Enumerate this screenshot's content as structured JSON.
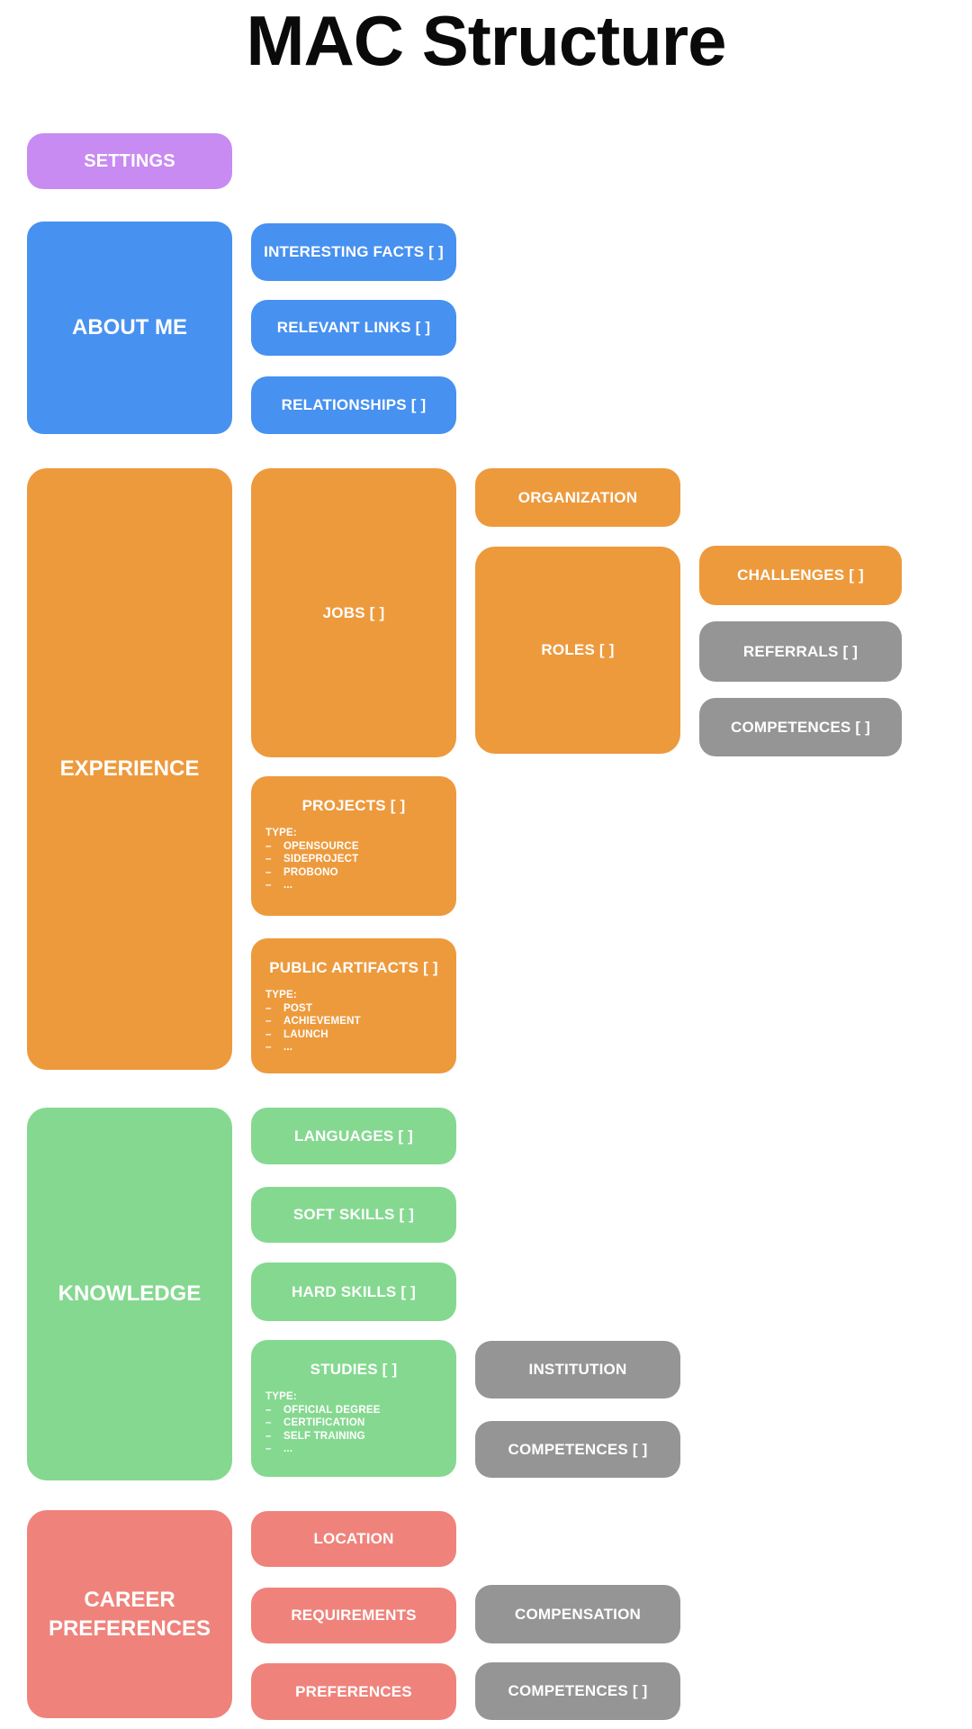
{
  "title": "MAC Structure",
  "bullet": "–",
  "colors": {
    "purple": "#c88bf2",
    "blue": "#4791f0",
    "orange": "#ed9a3d",
    "green": "#85d890",
    "salmon": "#ef837c",
    "gray": "#959595"
  },
  "settings": {
    "label": "SETTINGS"
  },
  "about_me": {
    "label": "ABOUT ME",
    "interesting_facts": "INTERESTING FACTS [ ]",
    "relevant_links": "RELEVANT LINKS [ ]",
    "relationships": "RELATIONSHIPS [ ]"
  },
  "experience": {
    "label": "EXPERIENCE",
    "jobs": "JOBS [ ]",
    "organization": "ORGANIZATION",
    "roles": "ROLES [ ]",
    "challenges": "CHALLENGES [ ]",
    "referrals": "REFERRALS [ ]",
    "competences": "COMPETENCES [ ]",
    "projects": {
      "label": "PROJECTS [ ]",
      "type_heading": "TYPE:",
      "types": [
        "OPENSOURCE",
        "SIDEPROJECT",
        "PROBONO",
        "..."
      ]
    },
    "public_artifacts": {
      "label": "PUBLIC ARTIFACTS [ ]",
      "type_heading": "TYPE:",
      "types": [
        "POST",
        "ACHIEVEMENT",
        "LAUNCH",
        "..."
      ]
    }
  },
  "knowledge": {
    "label": "KNOWLEDGE",
    "languages": "LANGUAGES [ ]",
    "soft_skills": "SOFT SKILLS [ ]",
    "hard_skills": "HARD SKILLS [ ]",
    "studies": {
      "label": "STUDIES [ ]",
      "type_heading": "TYPE:",
      "types": [
        "OFFICIAL DEGREE",
        "CERTIFICATION",
        "SELF TRAINING",
        "..."
      ]
    },
    "institution": "INSTITUTION",
    "competences": "COMPETENCES [ ]"
  },
  "career_preferences": {
    "label": "CAREER PREFERENCES",
    "location": "LOCATION",
    "requirements": "REQUIREMENTS",
    "preferences": "PREFERENCES",
    "compensation": "COMPENSATION",
    "competences": "COMPETENCES [ ]"
  }
}
